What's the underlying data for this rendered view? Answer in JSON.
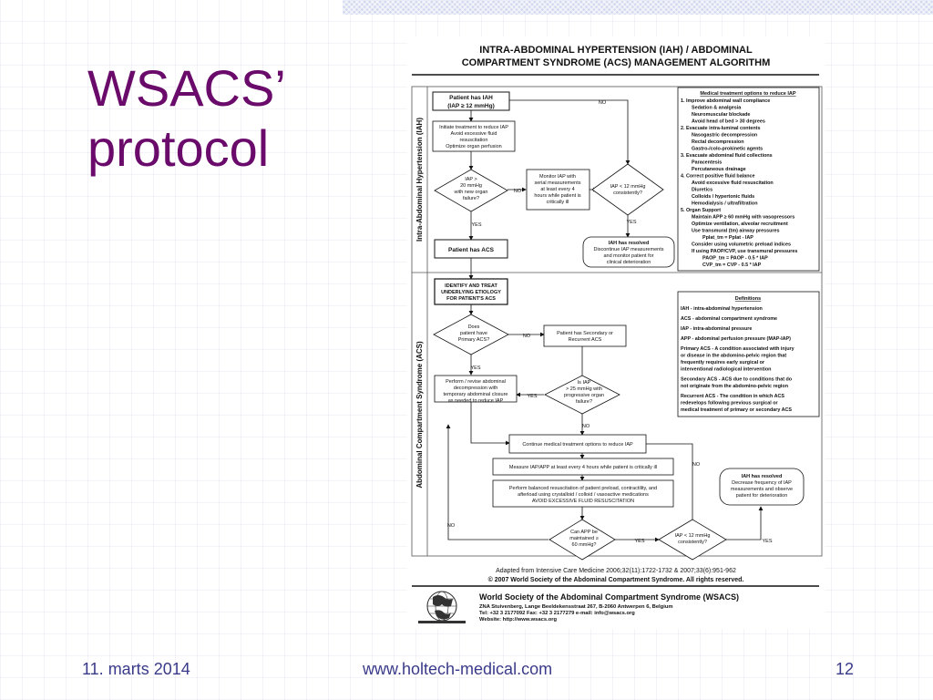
{
  "slide": {
    "title_line1": "WSACS’",
    "title_line2": "protocol",
    "footer_date": "11. marts 2014",
    "footer_url": "www.holtech-medical.com",
    "footer_page": "12"
  },
  "colors": {
    "title": "#6a0a6a",
    "footer": "#3a3a8a",
    "corner": "#cfd6ee"
  },
  "document": {
    "header_line1": "INTRA-ABDOMINAL HYPERTENSION (IAH) / ABDOMINAL",
    "header_line2": "COMPARTMENT SYNDROME (ACS) MANAGEMENT ALGORITHM",
    "section_iah": "Intra-Abdominal Hypertension (IAH)",
    "section_acs": "Abdominal Compartment Syndrome (ACS)",
    "flow": {
      "patient_iah_1": "Patient has IAH",
      "patient_iah_2": "(IAP ≥ 12 mmHg)",
      "init_1": "Initiate treatment to reduce IAP",
      "init_2": "Avoid excessive fluid",
      "init_3": "resuscitation",
      "init_4": "Optimize organ perfusion",
      "d1_1": "IAP >",
      "d1_2": "20 mmHg",
      "d1_3": "with new organ",
      "d1_4": "failure?",
      "monitor_1": "Monitor IAP with",
      "monitor_2": "serial measurements",
      "monitor_3": "at least every 4",
      "monitor_4": "hours while patient is",
      "monitor_5": "critically ill",
      "d2_1": "IAP < 12 mmHg",
      "d2_2": "consistently?",
      "patient_acs": "Patient has ACS",
      "resolved_1_1": "IAH has resolved",
      "resolved_1_2": "Discontinue IAP measurements",
      "resolved_1_3": "and monitor patient for",
      "resolved_1_4": "clinical deterioration",
      "identify_1": "IDENTIFY AND TREAT",
      "identify_2": "UNDERLYING ETIOLOGY",
      "identify_3": "FOR PATIENT'S ACS",
      "d3_1": "Does",
      "d3_2": "patient have",
      "d3_3": "Primary ACS?",
      "secondary_1": "Patient has Secondary or",
      "secondary_2": "Recurrent ACS",
      "perform_1": "Perform / revise abdominal",
      "perform_2": "decompression with",
      "perform_3": "temporary abdominal closure",
      "perform_4": "as needed to reduce IAP",
      "d4_1": "Is IAP",
      "d4_2": "> 25 mmHg with",
      "d4_3": "progressive organ",
      "d4_4": "failure?",
      "continue": "Continue medical treatment options to reduce IAP",
      "measure": "Measure IAP/APP at least every 4 hours while patient is critically ill",
      "balanced_1": "Perform balanced resuscitation of patient preload, contractility, and",
      "balanced_2": "afterload using crystalloid / colloid / vasoactive medications",
      "balanced_3": "AVOID EXCESSIVE FLUID RESUSCITATION",
      "d5_1": "Can APP be",
      "d5_2": "maintained ≥",
      "d5_3": "60 mmHg?",
      "d6_1": "IAP < 12 mmHg",
      "d6_2": "consistently?",
      "resolved_2_1": "IAH has resolved",
      "resolved_2_2": "Decrease frequency of IAP",
      "resolved_2_3": "measurements and observe",
      "resolved_2_4": "patient for deterioration",
      "yes": "YES",
      "no": "NO"
    },
    "treatment_title": "Medical treatment options to reduce IAP",
    "treatment_lines": [
      {
        "t": "1. Improve abdominal wall compliance",
        "i": 0
      },
      {
        "t": "Sedation & analgesia",
        "i": 1
      },
      {
        "t": "Neuromuscular blockade",
        "i": 1
      },
      {
        "t": "Avoid head of bed > 30 degrees",
        "i": 1
      },
      {
        "t": "2. Evacuate intra-luminal contents",
        "i": 0
      },
      {
        "t": "Nasogastric decompression",
        "i": 1
      },
      {
        "t": "Rectal decompression",
        "i": 1
      },
      {
        "t": "Gastro-/colo-prokinetic agents",
        "i": 1
      },
      {
        "t": "3. Evacuate abdominal fluid collections",
        "i": 0
      },
      {
        "t": "Paracentesis",
        "i": 1
      },
      {
        "t": "Percutaneous drainage",
        "i": 1
      },
      {
        "t": "4. Correct positive fluid balance",
        "i": 0
      },
      {
        "t": "Avoid excessive fluid resuscitation",
        "i": 1
      },
      {
        "t": "Diuretics",
        "i": 1
      },
      {
        "t": "Colloids / hypertonic fluids",
        "i": 1
      },
      {
        "t": "Hemodialysis / ultrafiltration",
        "i": 1
      },
      {
        "t": "5. Organ Support",
        "i": 0
      },
      {
        "t": "Maintain APP ≥ 60 mmHg with vasopressors",
        "i": 1
      },
      {
        "t": "Optimize ventilation, alveolar recruitment",
        "i": 1
      },
      {
        "t": "Use transmural (tm) airway pressures",
        "i": 1
      },
      {
        "t": "Pplat_tm = Pplat - IAP",
        "i": 2
      },
      {
        "t": "Consider using volumetric preload indices",
        "i": 1
      },
      {
        "t": "If using PAOP/CVP, use transmural pressures",
        "i": 1
      },
      {
        "t": "PAOP_tm = PAOP - 0.5 * IAP",
        "i": 2
      },
      {
        "t": "CVP_tm = CVP - 0.5 * IAP",
        "i": 2
      }
    ],
    "definitions_title": "Definitions",
    "definitions_lines": [
      "IAH - intra-abdominal hypertension",
      "ACS - abdominal compartment syndrome",
      "IAP - intra-abdominal pressure",
      "APP - abdominal perfusion pressure (MAP-IAP)",
      "Primary ACS - A condition associated with injury",
      "or disease in the abdomino-pelvic region that",
      "frequently requires early surgical or",
      "interventional radiological intervention",
      "Secondary ACS - ACS due to conditions that do",
      "not originate from the abdomino-pelvic region",
      "Recurrent ACS - The condition in which ACS",
      "redevelops following previous surgical or",
      "medical treatment of primary or secondary ACS"
    ],
    "adapted_1": "Adapted from Intensive Care Medicine 2006;32(11):1722-1732 & 2007;33(6):951-962",
    "adapted_2": "© 2007 World Society of the Abdominal Compartment Syndrome.  All rights reserved.",
    "org_name": "World Society of the Abdominal Compartment Syndrome (WSACS)",
    "org_address": "ZNA Stuivenberg, Lange Beeldekensstraat 267, B-2060 Antwerpen 6, Belgium",
    "org_contact": "Tel: +32 3 2177092  Fax: +32 3 2177279  e-mail: info@wsacs.org",
    "org_website": "Website: http://www.wsacs.org"
  }
}
